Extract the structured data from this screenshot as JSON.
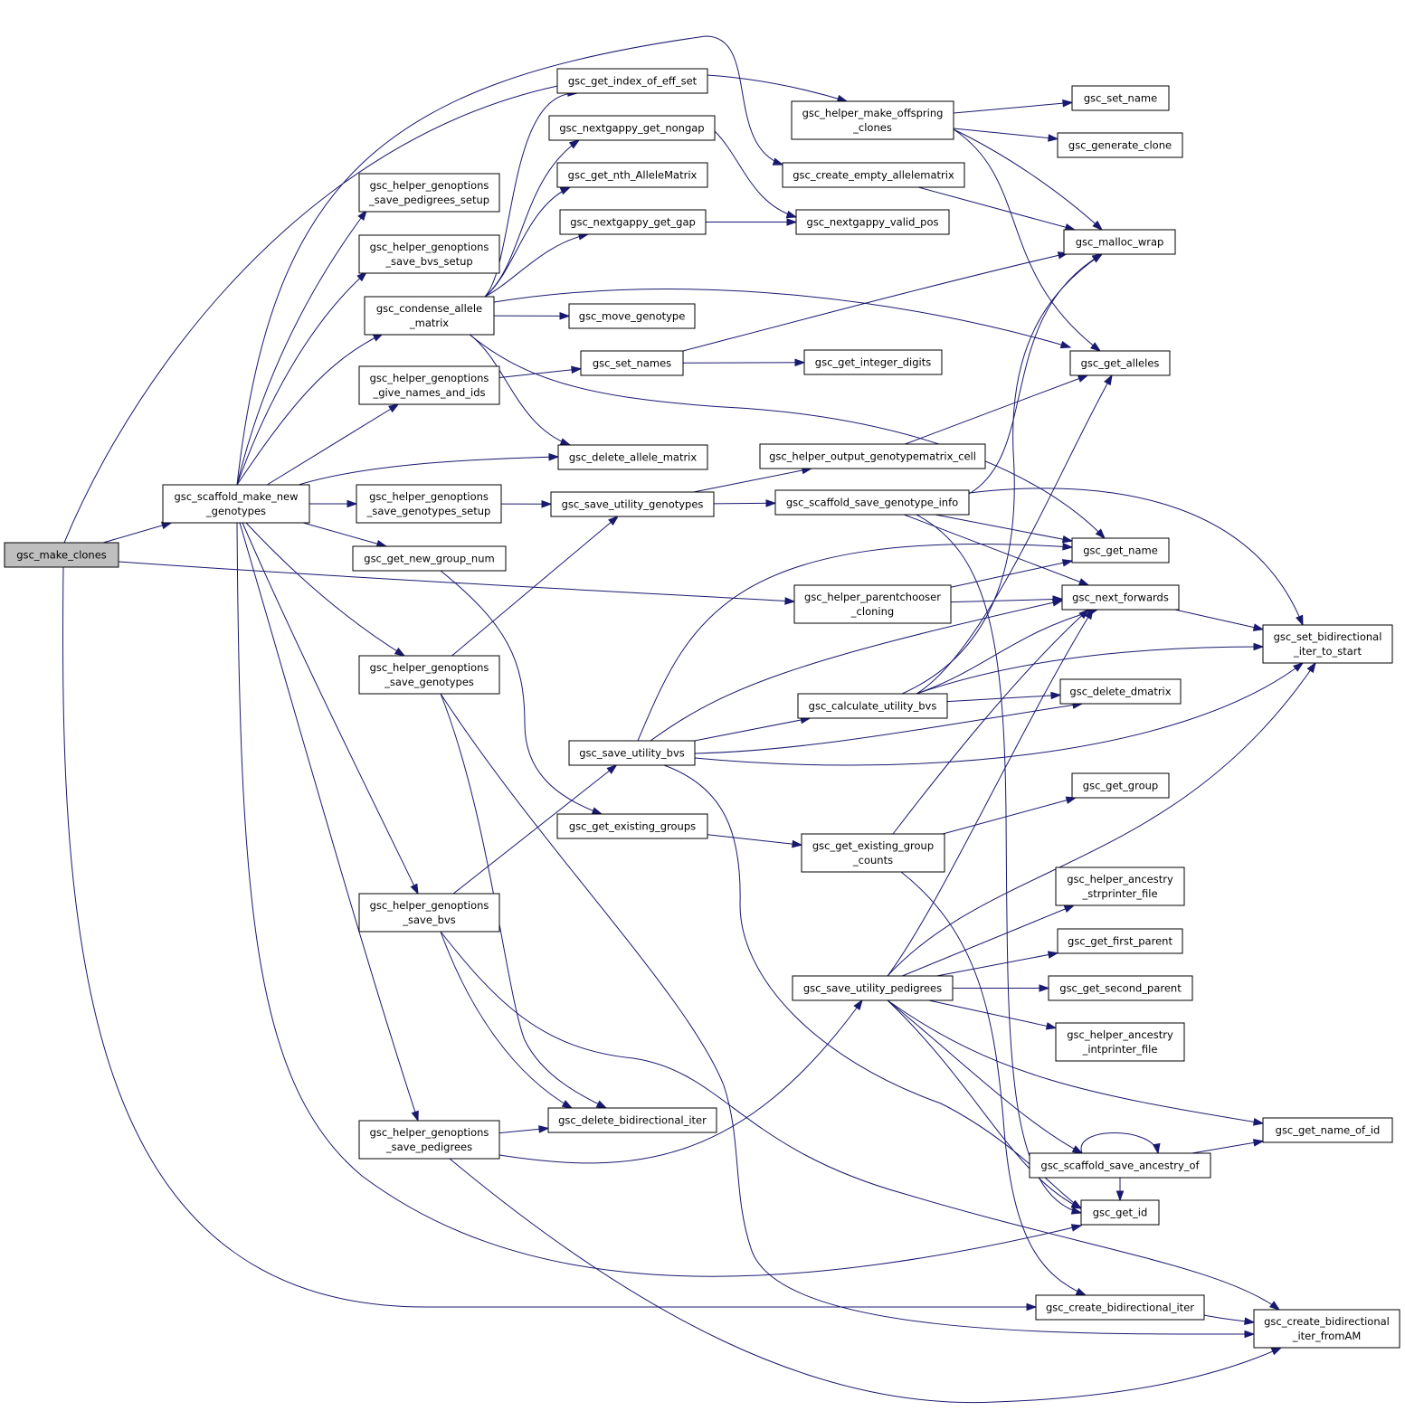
{
  "diagram": {
    "title": "",
    "colors": {
      "edge": "#191970",
      "node_border": "#000000",
      "node_border_truncated": "#ff0000",
      "node_fill": "#ffffff",
      "root_fill": "#bfbfbf"
    },
    "nodes": [
      {
        "id": "make_clones",
        "lines": [
          "gsc_make_clones"
        ],
        "style": "root"
      },
      {
        "id": "scaffold_make_new_genotypes",
        "lines": [
          "gsc_scaffold_make_new",
          "_genotypes"
        ]
      },
      {
        "id": "helper_make_offspring_clones",
        "lines": [
          "gsc_helper_make_offspring",
          "_clones"
        ]
      },
      {
        "id": "create_empty_allelematrix",
        "lines": [
          "gsc_create_empty_allelematrix"
        ]
      },
      {
        "id": "helper_parentchooser_cloning",
        "lines": [
          "gsc_helper_parentchooser",
          "_cloning"
        ]
      },
      {
        "id": "create_bidirectional_iter",
        "lines": [
          "gsc_create_bidirectional_iter"
        ]
      },
      {
        "id": "get_index_of_eff_set",
        "lines": [
          "gsc_get_index_of_eff_set"
        ]
      },
      {
        "id": "nextgappy_get_nongap",
        "lines": [
          "gsc_nextgappy_get_nongap"
        ]
      },
      {
        "id": "get_nth_AlleleMatrix",
        "lines": [
          "gsc_get_nth_AlleleMatrix"
        ]
      },
      {
        "id": "nextgappy_get_gap",
        "lines": [
          "gsc_nextgappy_get_gap"
        ]
      },
      {
        "id": "nextgappy_valid_pos",
        "lines": [
          "gsc_nextgappy_valid_pos"
        ]
      },
      {
        "id": "helper_genoptions_save_pedigrees_setup",
        "lines": [
          "gsc_helper_genoptions",
          "_save_pedigrees_setup"
        ]
      },
      {
        "id": "helper_genoptions_save_bvs_setup",
        "lines": [
          "gsc_helper_genoptions",
          "_save_bvs_setup"
        ]
      },
      {
        "id": "condense_allele_matrix",
        "lines": [
          "gsc_condense_allele",
          "_matrix"
        ]
      },
      {
        "id": "move_genotype",
        "lines": [
          "gsc_move_genotype"
        ]
      },
      {
        "id": "set_names",
        "lines": [
          "gsc_set_names"
        ]
      },
      {
        "id": "get_integer_digits",
        "lines": [
          "gsc_get_integer_digits"
        ]
      },
      {
        "id": "helper_genoptions_give_names_and_ids",
        "lines": [
          "gsc_helper_genoptions",
          "_give_names_and_ids"
        ]
      },
      {
        "id": "delete_allele_matrix",
        "lines": [
          "gsc_delete_allele_matrix"
        ]
      },
      {
        "id": "helper_output_genotypematrix_cell",
        "lines": [
          "gsc_helper_output_genotypematrix_cell"
        ]
      },
      {
        "id": "helper_genoptions_save_genotypes_setup",
        "lines": [
          "gsc_helper_genoptions",
          "_save_genotypes_setup"
        ]
      },
      {
        "id": "save_utility_genotypes",
        "lines": [
          "gsc_save_utility_genotypes"
        ]
      },
      {
        "id": "scaffold_save_genotype_info",
        "lines": [
          "gsc_scaffold_save_genotype_info"
        ]
      },
      {
        "id": "get_new_group_num",
        "lines": [
          "gsc_get_new_group_num"
        ]
      },
      {
        "id": "set_name",
        "lines": [
          "gsc_set_name"
        ]
      },
      {
        "id": "generate_clone",
        "lines": [
          "gsc_generate_clone"
        ]
      },
      {
        "id": "malloc_wrap",
        "lines": [
          "gsc_malloc_wrap"
        ]
      },
      {
        "id": "get_alleles",
        "lines": [
          "gsc_get_alleles"
        ]
      },
      {
        "id": "get_name",
        "lines": [
          "gsc_get_name"
        ]
      },
      {
        "id": "next_forwards",
        "lines": [
          "gsc_next_forwards"
        ]
      },
      {
        "id": "set_bidirectional_iter_to_start",
        "lines": [
          "gsc_set_bidirectional",
          "_iter_to_start"
        ]
      },
      {
        "id": "helper_genoptions_save_genotypes",
        "lines": [
          "gsc_helper_genoptions",
          "_save_genotypes"
        ]
      },
      {
        "id": "calculate_utility_bvs",
        "lines": [
          "gsc_calculate_utility_bvs"
        ],
        "style": "truncated"
      },
      {
        "id": "delete_dmatrix",
        "lines": [
          "gsc_delete_dmatrix"
        ]
      },
      {
        "id": "save_utility_bvs",
        "lines": [
          "gsc_save_utility_bvs"
        ]
      },
      {
        "id": "get_group",
        "lines": [
          "gsc_get_group"
        ]
      },
      {
        "id": "get_existing_groups",
        "lines": [
          "gsc_get_existing_groups"
        ]
      },
      {
        "id": "get_existing_group_counts",
        "lines": [
          "gsc_get_existing_group",
          "_counts"
        ]
      },
      {
        "id": "helper_ancestry_strprinter_file",
        "lines": [
          "gsc_helper_ancestry",
          "_strprinter_file"
        ]
      },
      {
        "id": "helper_genoptions_save_bvs",
        "lines": [
          "gsc_helper_genoptions",
          "_save_bvs"
        ]
      },
      {
        "id": "get_first_parent",
        "lines": [
          "gsc_get_first_parent"
        ]
      },
      {
        "id": "save_utility_pedigrees",
        "lines": [
          "gsc_save_utility_pedigrees"
        ]
      },
      {
        "id": "get_second_parent",
        "lines": [
          "gsc_get_second_parent"
        ]
      },
      {
        "id": "helper_ancestry_intprinter_file",
        "lines": [
          "gsc_helper_ancestry",
          "_intprinter_file"
        ]
      },
      {
        "id": "delete_bidirectional_iter",
        "lines": [
          "gsc_delete_bidirectional_iter"
        ]
      },
      {
        "id": "helper_genoptions_save_pedigrees",
        "lines": [
          "gsc_helper_genoptions",
          "_save_pedigrees"
        ]
      },
      {
        "id": "get_name_of_id",
        "lines": [
          "gsc_get_name_of_id"
        ],
        "style": "truncated"
      },
      {
        "id": "scaffold_save_ancestry_of",
        "lines": [
          "gsc_scaffold_save_ancestry_of"
        ],
        "style": "truncated"
      },
      {
        "id": "get_id",
        "lines": [
          "gsc_get_id"
        ]
      },
      {
        "id": "create_bidirectional_iter_fromAM",
        "lines": [
          "gsc_create_bidirectional",
          "_iter_fromAM"
        ]
      }
    ],
    "edges": [
      [
        "make_clones",
        "scaffold_make_new_genotypes"
      ],
      [
        "make_clones",
        "helper_make_offspring_clones"
      ],
      [
        "make_clones",
        "helper_parentchooser_cloning"
      ],
      [
        "make_clones",
        "create_bidirectional_iter"
      ],
      [
        "scaffold_make_new_genotypes",
        "create_empty_allelematrix"
      ],
      [
        "scaffold_make_new_genotypes",
        "helper_genoptions_save_pedigrees_setup"
      ],
      [
        "scaffold_make_new_genotypes",
        "helper_genoptions_save_bvs_setup"
      ],
      [
        "scaffold_make_new_genotypes",
        "condense_allele_matrix"
      ],
      [
        "scaffold_make_new_genotypes",
        "helper_genoptions_give_names_and_ids"
      ],
      [
        "scaffold_make_new_genotypes",
        "delete_allele_matrix"
      ],
      [
        "scaffold_make_new_genotypes",
        "helper_genoptions_save_genotypes_setup"
      ],
      [
        "scaffold_make_new_genotypes",
        "get_new_group_num"
      ],
      [
        "scaffold_make_new_genotypes",
        "helper_genoptions_save_genotypes"
      ],
      [
        "scaffold_make_new_genotypes",
        "helper_genoptions_save_bvs"
      ],
      [
        "scaffold_make_new_genotypes",
        "helper_genoptions_save_pedigrees"
      ],
      [
        "scaffold_make_new_genotypes",
        "get_id"
      ],
      [
        "helper_make_offspring_clones",
        "set_name"
      ],
      [
        "helper_make_offspring_clones",
        "generate_clone"
      ],
      [
        "helper_make_offspring_clones",
        "malloc_wrap"
      ],
      [
        "helper_make_offspring_clones",
        "get_alleles"
      ],
      [
        "create_empty_allelematrix",
        "malloc_wrap"
      ],
      [
        "condense_allele_matrix",
        "get_index_of_eff_set"
      ],
      [
        "condense_allele_matrix",
        "nextgappy_get_nongap"
      ],
      [
        "condense_allele_matrix",
        "get_nth_AlleleMatrix"
      ],
      [
        "condense_allele_matrix",
        "nextgappy_get_gap"
      ],
      [
        "condense_allele_matrix",
        "move_genotype"
      ],
      [
        "condense_allele_matrix",
        "get_alleles"
      ],
      [
        "condense_allele_matrix",
        "get_name"
      ],
      [
        "condense_allele_matrix",
        "delete_allele_matrix"
      ],
      [
        "nextgappy_get_nongap",
        "nextgappy_valid_pos"
      ],
      [
        "nextgappy_get_gap",
        "nextgappy_valid_pos"
      ],
      [
        "helper_genoptions_give_names_and_ids",
        "set_names"
      ],
      [
        "set_names",
        "malloc_wrap"
      ],
      [
        "set_names",
        "get_integer_digits"
      ],
      [
        "helper_genoptions_save_genotypes_setup",
        "save_utility_genotypes"
      ],
      [
        "save_utility_genotypes",
        "helper_output_genotypematrix_cell"
      ],
      [
        "save_utility_genotypes",
        "scaffold_save_genotype_info"
      ],
      [
        "helper_output_genotypematrix_cell",
        "get_alleles"
      ],
      [
        "scaffold_save_genotype_info",
        "malloc_wrap"
      ],
      [
        "scaffold_save_genotype_info",
        "get_name"
      ],
      [
        "scaffold_save_genotype_info",
        "next_forwards"
      ],
      [
        "scaffold_save_genotype_info",
        "set_bidirectional_iter_to_start"
      ],
      [
        "scaffold_save_genotype_info",
        "get_id"
      ],
      [
        "get_new_group_num",
        "get_existing_groups"
      ],
      [
        "helper_parentchooser_cloning",
        "get_name"
      ],
      [
        "helper_parentchooser_cloning",
        "next_forwards"
      ],
      [
        "next_forwards",
        "set_bidirectional_iter_to_start"
      ],
      [
        "helper_genoptions_save_genotypes",
        "save_utility_genotypes"
      ],
      [
        "helper_genoptions_save_genotypes",
        "delete_bidirectional_iter"
      ],
      [
        "helper_genoptions_save_genotypes",
        "create_bidirectional_iter_fromAM"
      ],
      [
        "save_utility_bvs",
        "get_name"
      ],
      [
        "save_utility_bvs",
        "next_forwards"
      ],
      [
        "save_utility_bvs",
        "calculate_utility_bvs"
      ],
      [
        "save_utility_bvs",
        "delete_dmatrix"
      ],
      [
        "save_utility_bvs",
        "set_bidirectional_iter_to_start"
      ],
      [
        "save_utility_bvs",
        "get_id"
      ],
      [
        "calculate_utility_bvs",
        "malloc_wrap"
      ],
      [
        "calculate_utility_bvs",
        "get_alleles"
      ],
      [
        "calculate_utility_bvs",
        "next_forwards"
      ],
      [
        "calculate_utility_bvs",
        "set_bidirectional_iter_to_start"
      ],
      [
        "calculate_utility_bvs",
        "delete_dmatrix"
      ],
      [
        "get_existing_groups",
        "get_existing_group_counts"
      ],
      [
        "get_existing_group_counts",
        "get_group"
      ],
      [
        "get_existing_group_counts",
        "next_forwards"
      ],
      [
        "get_existing_group_counts",
        "create_bidirectional_iter"
      ],
      [
        "helper_genoptions_save_bvs",
        "save_utility_bvs"
      ],
      [
        "helper_genoptions_save_bvs",
        "delete_bidirectional_iter"
      ],
      [
        "helper_genoptions_save_bvs",
        "create_bidirectional_iter_fromAM"
      ],
      [
        "save_utility_pedigrees",
        "helper_ancestry_strprinter_file"
      ],
      [
        "save_utility_pedigrees",
        "get_first_parent"
      ],
      [
        "save_utility_pedigrees",
        "get_second_parent"
      ],
      [
        "save_utility_pedigrees",
        "helper_ancestry_intprinter_file"
      ],
      [
        "save_utility_pedigrees",
        "get_name_of_id"
      ],
      [
        "save_utility_pedigrees",
        "scaffold_save_ancestry_of"
      ],
      [
        "save_utility_pedigrees",
        "get_id"
      ],
      [
        "save_utility_pedigrees",
        "next_forwards"
      ],
      [
        "save_utility_pedigrees",
        "set_bidirectional_iter_to_start"
      ],
      [
        "helper_genoptions_save_pedigrees",
        "delete_bidirectional_iter"
      ],
      [
        "helper_genoptions_save_pedigrees",
        "save_utility_pedigrees"
      ],
      [
        "helper_genoptions_save_pedigrees",
        "create_bidirectional_iter_fromAM"
      ],
      [
        "scaffold_save_ancestry_of",
        "scaffold_save_ancestry_of"
      ],
      [
        "scaffold_save_ancestry_of",
        "get_name_of_id"
      ],
      [
        "scaffold_save_ancestry_of",
        "get_id"
      ],
      [
        "create_bidirectional_iter",
        "create_bidirectional_iter_fromAM"
      ]
    ]
  }
}
